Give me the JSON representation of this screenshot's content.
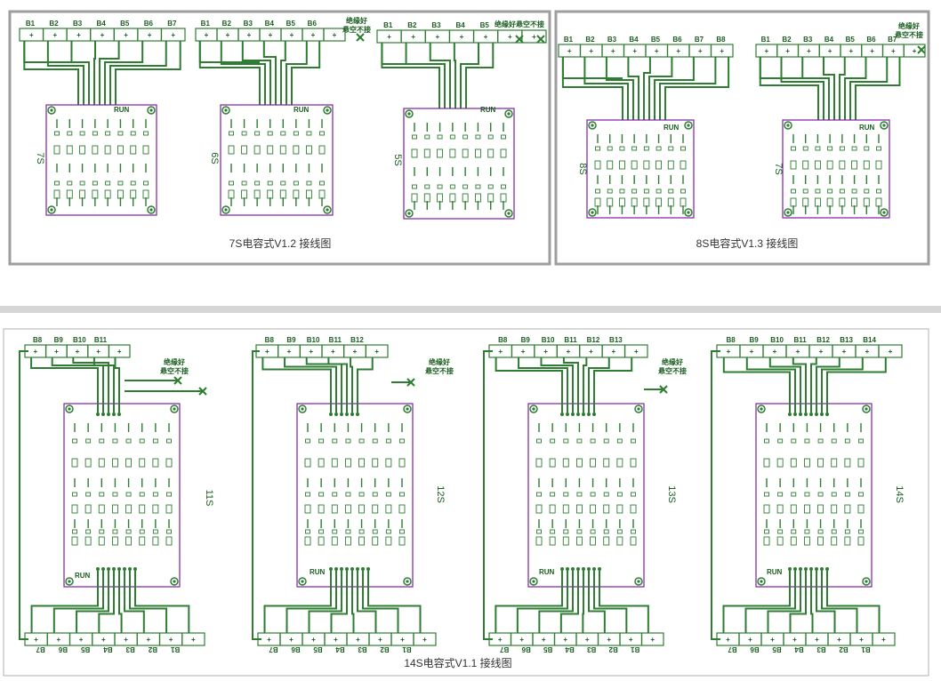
{
  "frames": {
    "v12": {
      "caption": "7S电容式V1.2 接线图"
    },
    "v13": {
      "caption": "8S电容式V1.3 接线图"
    },
    "v11": {
      "caption": "14S电容式V1.1 接线图"
    }
  },
  "note": {
    "line1": "绝缘好",
    "line2": "悬空不接",
    "combined": "绝缘好悬空不接"
  },
  "run_label": "RUN",
  "diagrams": [
    {
      "id": "s7a",
      "cell": "7S",
      "labels": [
        "B1",
        "B2",
        "B3",
        "B4",
        "B5",
        "B6",
        "B7"
      ],
      "bottom_labels": []
    },
    {
      "id": "s6",
      "cell": "6S",
      "labels": [
        "B1",
        "B2",
        "B3",
        "B4",
        "B5",
        "B6"
      ],
      "bottom_labels": []
    },
    {
      "id": "s5",
      "cell": "5S",
      "labels": [
        "B1",
        "B2",
        "B3",
        "B4",
        "B5"
      ],
      "bottom_labels": []
    },
    {
      "id": "s8",
      "cell": "8S",
      "labels": [
        "B1",
        "B2",
        "B3",
        "B4",
        "B5",
        "B6",
        "B7",
        "B8"
      ],
      "bottom_labels": []
    },
    {
      "id": "s7b",
      "cell": "7S",
      "labels": [
        "B1",
        "B2",
        "B3",
        "B4",
        "B5",
        "B6",
        "B7"
      ],
      "bottom_labels": []
    },
    {
      "id": "s11",
      "cell": "11S",
      "labels": [
        "B8",
        "B9",
        "B10",
        "B11"
      ],
      "bottom_labels": [
        "B7",
        "B6",
        "B5",
        "B4",
        "B3",
        "B2",
        "B1"
      ]
    },
    {
      "id": "s12",
      "cell": "12S",
      "labels": [
        "B8",
        "B9",
        "B10",
        "B11",
        "B12"
      ],
      "bottom_labels": [
        "B7",
        "B6",
        "B5",
        "B4",
        "B3",
        "B2",
        "B1"
      ]
    },
    {
      "id": "s13",
      "cell": "13S",
      "labels": [
        "B8",
        "B9",
        "B10",
        "B11",
        "B12",
        "B13"
      ],
      "bottom_labels": [
        "B7",
        "B6",
        "B5",
        "B4",
        "B3",
        "B2",
        "B1"
      ]
    },
    {
      "id": "s14",
      "cell": "14S",
      "labels": [
        "B8",
        "B9",
        "B10",
        "B11",
        "B12",
        "B13",
        "B14"
      ],
      "bottom_labels": [
        "B7",
        "B6",
        "B5",
        "B4",
        "B3",
        "B2",
        "B1"
      ]
    }
  ]
}
